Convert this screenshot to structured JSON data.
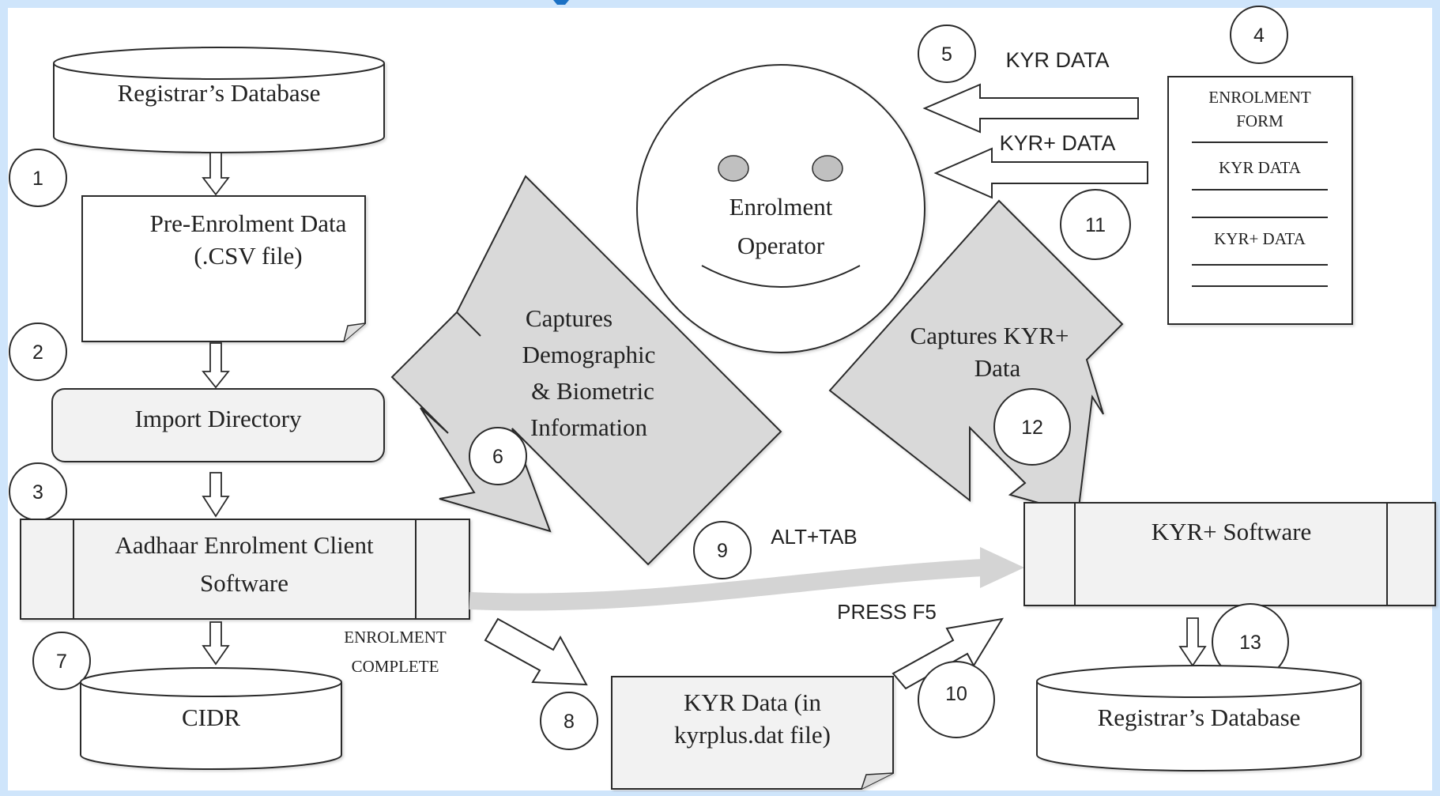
{
  "colors": {
    "page_border": "#cfe5fb",
    "canvas": "#ffffff",
    "box_fill_light": "#f2f2f2",
    "shape_fill_grey": "#d9d9d9",
    "flow_arrow_grey": "#d4d4d4",
    "stroke": "#2b2b2b",
    "header_blue": "#1a70c4"
  },
  "nodes": {
    "registrars_db_top": "Registrar’s Database",
    "pre_enrolment_line1": "Pre-Enrolment Data",
    "pre_enrolment_line2": "(.CSV file)",
    "import_directory": "Import Directory",
    "aadhaar_client_line1": "Aadhaar Enrolment Client",
    "aadhaar_client_line2": "Software",
    "cidr": "CIDR",
    "kyr_data_file_line1": "KYR Data (in",
    "kyr_data_file_line2": "kyrplus.dat file)",
    "kyr_plus_software": "KYR+ Software",
    "registrars_db_bottom": "Registrar’s Database",
    "operator_line1": "Enrolment",
    "operator_line2": "Operator",
    "captures_demo_line1": "Captures",
    "captures_demo_line2": "Demographic",
    "captures_demo_line3": "& Biometric",
    "captures_demo_line4": "Information",
    "captures_kyr_line1": "Captures KYR+",
    "captures_kyr_line2": "Data"
  },
  "form": {
    "title_line1": "ENROLMENT",
    "title_line2": "FORM",
    "section1": "KYR DATA",
    "section2": "KYR+ DATA"
  },
  "labels": {
    "kyr_data": "KYR DATA",
    "kyr_plus_data": "KYR+ DATA",
    "alt_tab": "ALT+TAB",
    "press_f5": "PRESS F5",
    "enrolment_complete_line1": "ENROLMENT",
    "enrolment_complete_line2": "COMPLETE"
  },
  "steps": [
    "1",
    "2",
    "3",
    "4",
    "5",
    "6",
    "7",
    "8",
    "9",
    "10",
    "11",
    "12",
    "13"
  ]
}
